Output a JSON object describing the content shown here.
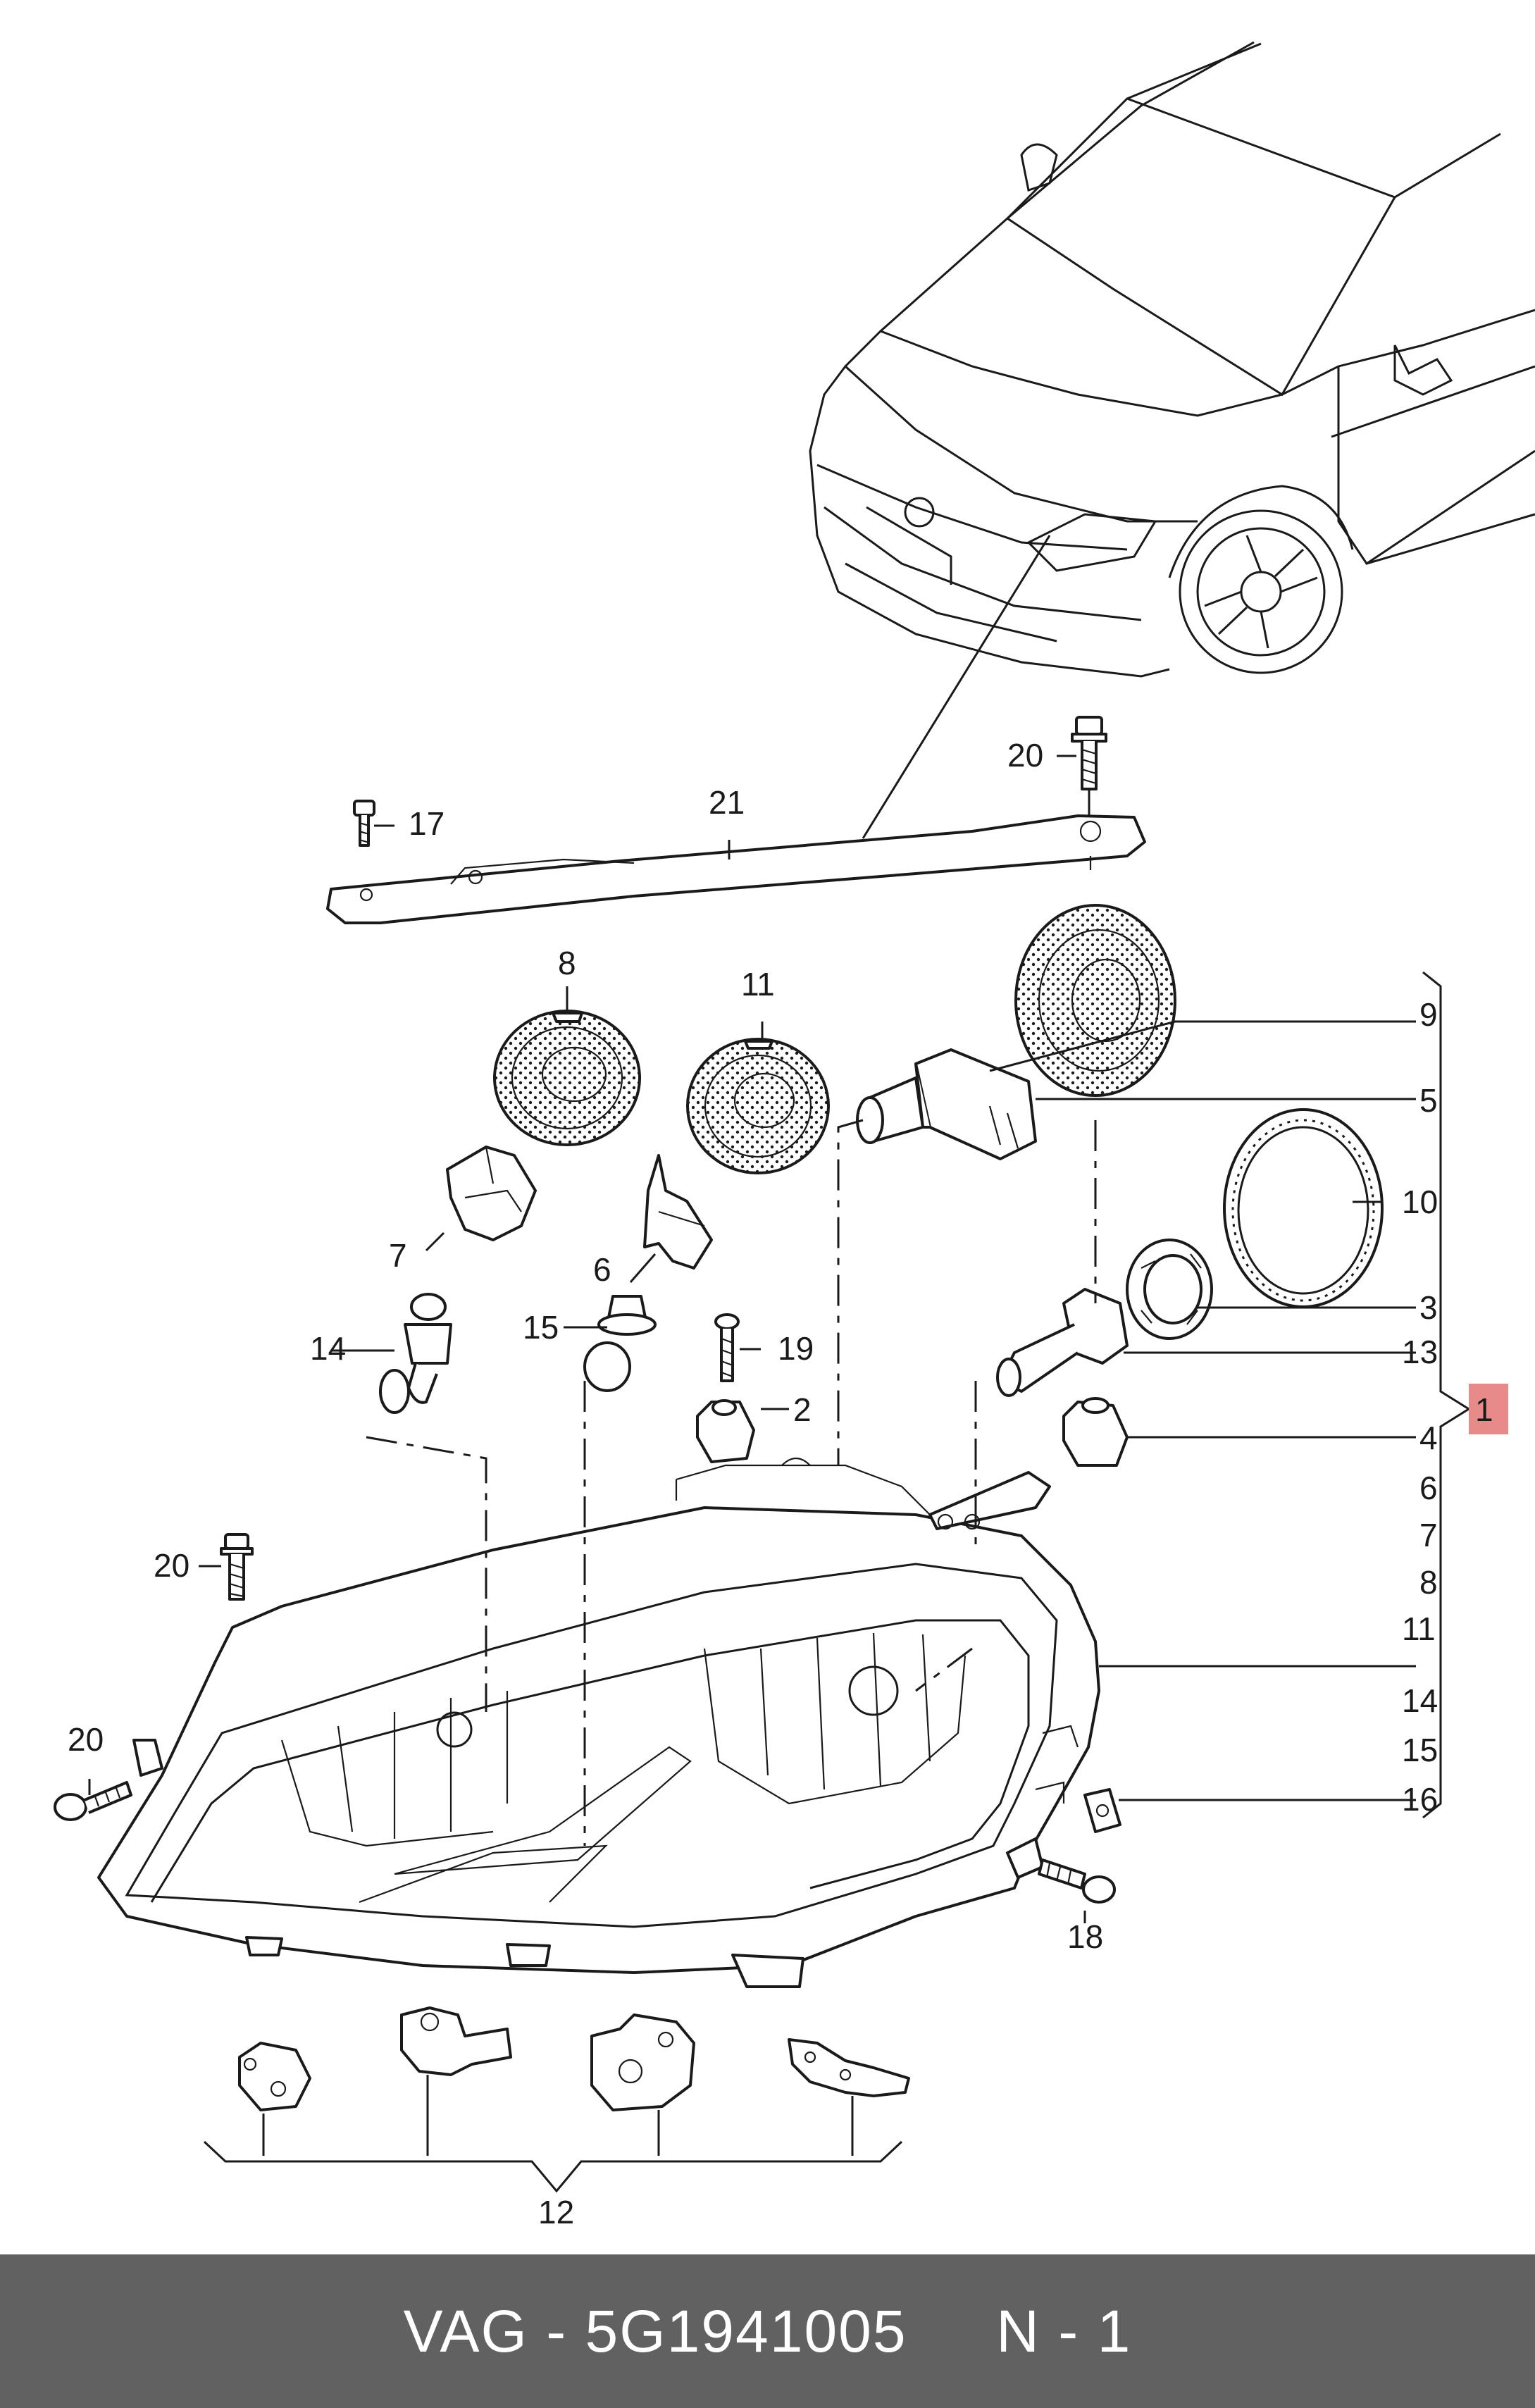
{
  "callouts": {
    "c1": "1",
    "c2": "2",
    "c3": "3",
    "c4": "4",
    "c5": "5",
    "c6a": "6",
    "c6b": "6",
    "c7a": "7",
    "c7b": "7",
    "c8a": "8",
    "c8b": "8",
    "c9": "9",
    "c10": "10",
    "c11a": "11",
    "c11b": "11",
    "c12": "12",
    "c13": "13",
    "c14a": "14",
    "c14b": "14",
    "c15a": "15",
    "c15b": "15",
    "c16": "16",
    "c17": "17",
    "c18": "18",
    "c19": "19",
    "c20a": "20",
    "c20b": "20",
    "c20c": "20",
    "c21": "21"
  },
  "footer": {
    "brand": "VAG",
    "separator": "-",
    "part_number": "5G1941005",
    "qty_label": "N - 1"
  },
  "colors": {
    "footer_bg": "#616161",
    "highlight": "#e88a8a",
    "ink": "#1a1a1a"
  }
}
